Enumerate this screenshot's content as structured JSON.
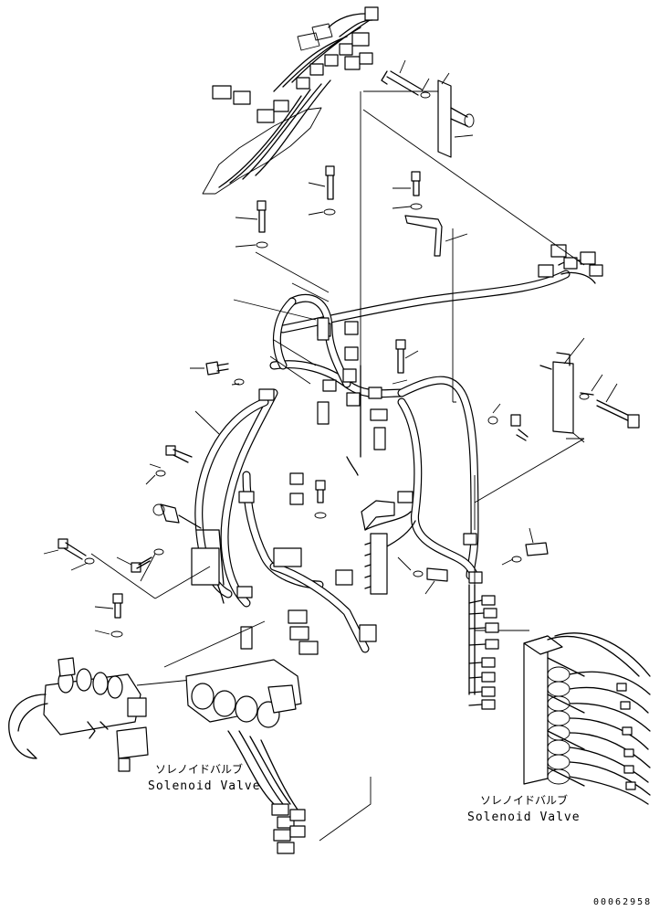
{
  "labels": {
    "valve_left_jp": "ソレノイドバルブ",
    "valve_left_en": "Solenoid Valve",
    "valve_right_jp": "ソレノイドバルブ",
    "valve_right_en": "Solenoid Valve",
    "drawing_number": "00062958"
  }
}
